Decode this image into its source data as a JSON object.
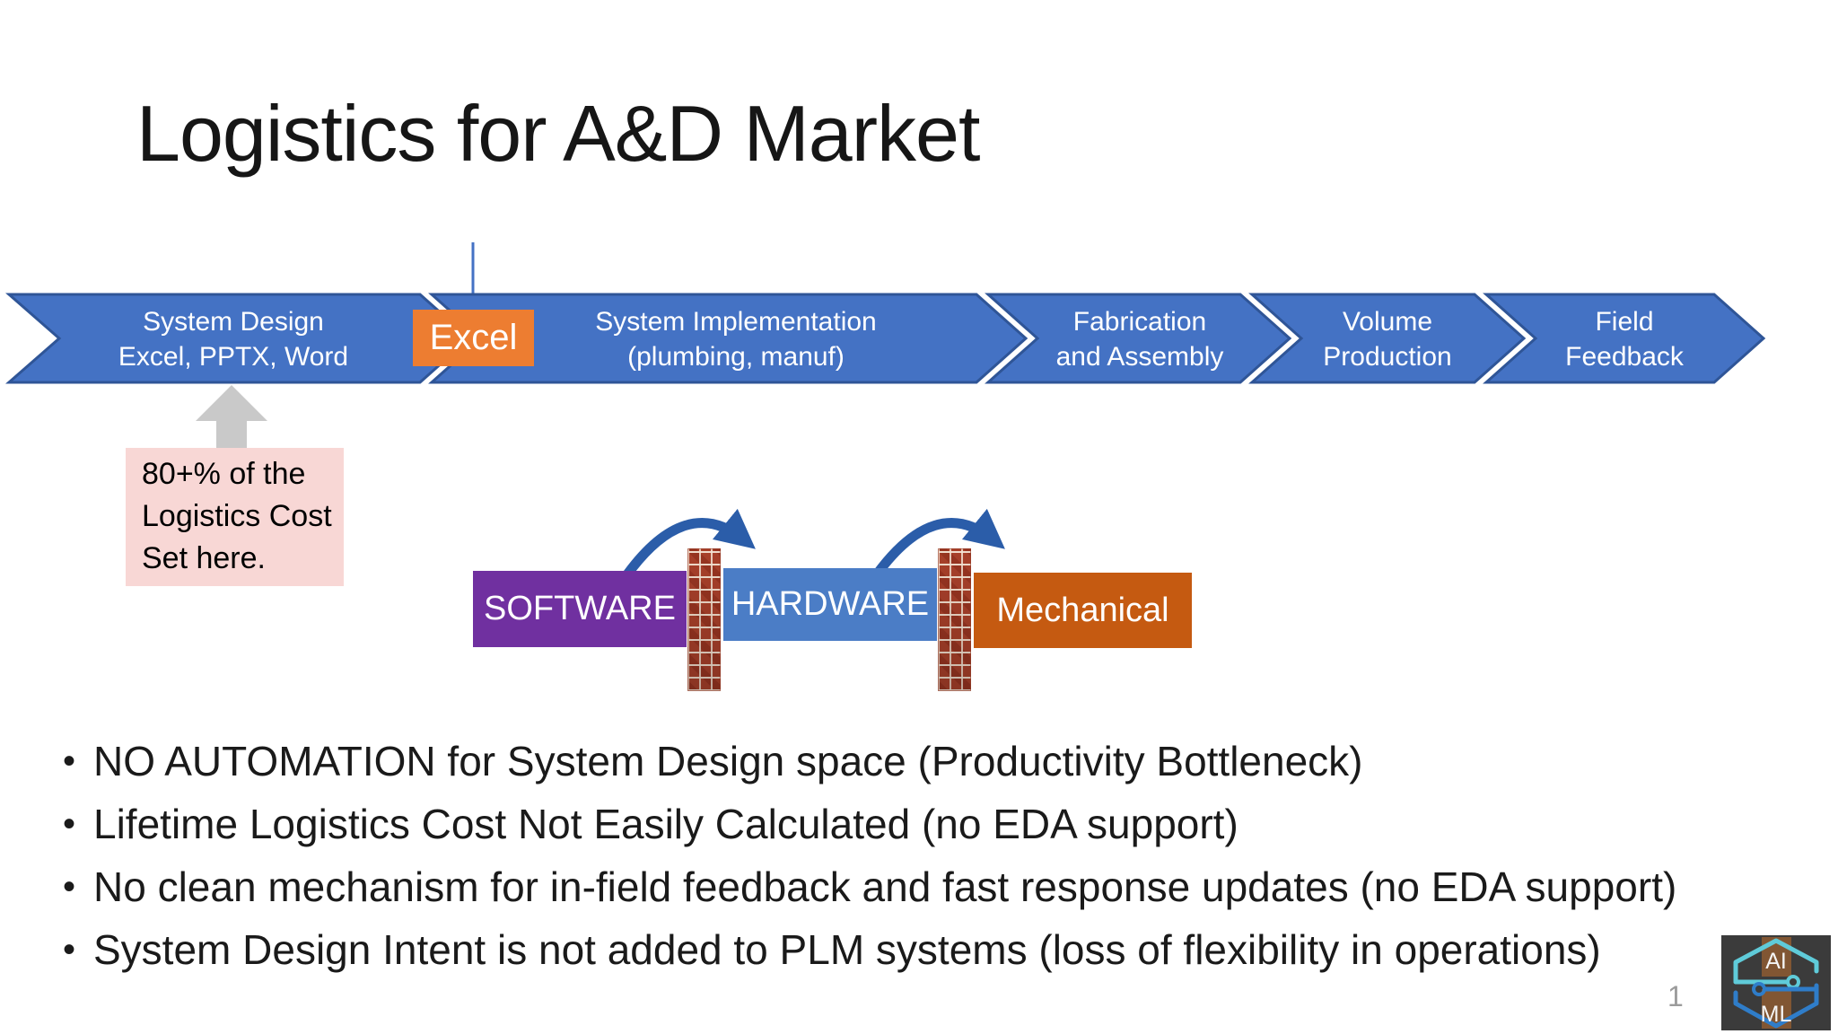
{
  "slide": {
    "title": "Logistics for A&D Market",
    "page_number": "1"
  },
  "flow": {
    "stages": [
      {
        "line1": "System Design",
        "line2": "Excel, PPTX, Word"
      },
      {
        "line1": "System Implementation",
        "line2": "(plumbing, manuf)"
      },
      {
        "line1": "Fabrication",
        "line2": "and Assembly"
      },
      {
        "line1": "Volume",
        "line2": "Production"
      },
      {
        "line1": "Field",
        "line2": "Feedback"
      }
    ],
    "excel_tag": "Excel",
    "chevron_fill": "#4472C4",
    "chevron_border": "#2F5597",
    "excel_color": "#ED7D31"
  },
  "callout": {
    "line1": "80+% of the",
    "line2": "Logistics Cost",
    "line3": "Set here.",
    "background": "#F8D7D5",
    "arrow_color": "#C9C9C9"
  },
  "layers": {
    "boxes": [
      {
        "label": "SOFTWARE",
        "color": "#7030A0"
      },
      {
        "label": "HARDWARE",
        "color": "#4B7DC6"
      },
      {
        "label": "Mechanical",
        "color": "#C55A11"
      }
    ],
    "hop_arrow_color": "#2B5DA9",
    "wall": "brick-wall"
  },
  "bullets": {
    "marker": "•",
    "items": [
      "NO AUTOMATION for System Design space (Productivity Bottleneck)",
      "Lifetime Logistics Cost Not Easily Calculated (no EDA support)",
      "No clean mechanism for in-field feedback and fast response updates (no EDA support)",
      "System Design Intent is not added to PLM systems (loss of flexibility in operations)"
    ]
  },
  "logo": {
    "top_label": "AI",
    "bottom_label": "ML"
  }
}
